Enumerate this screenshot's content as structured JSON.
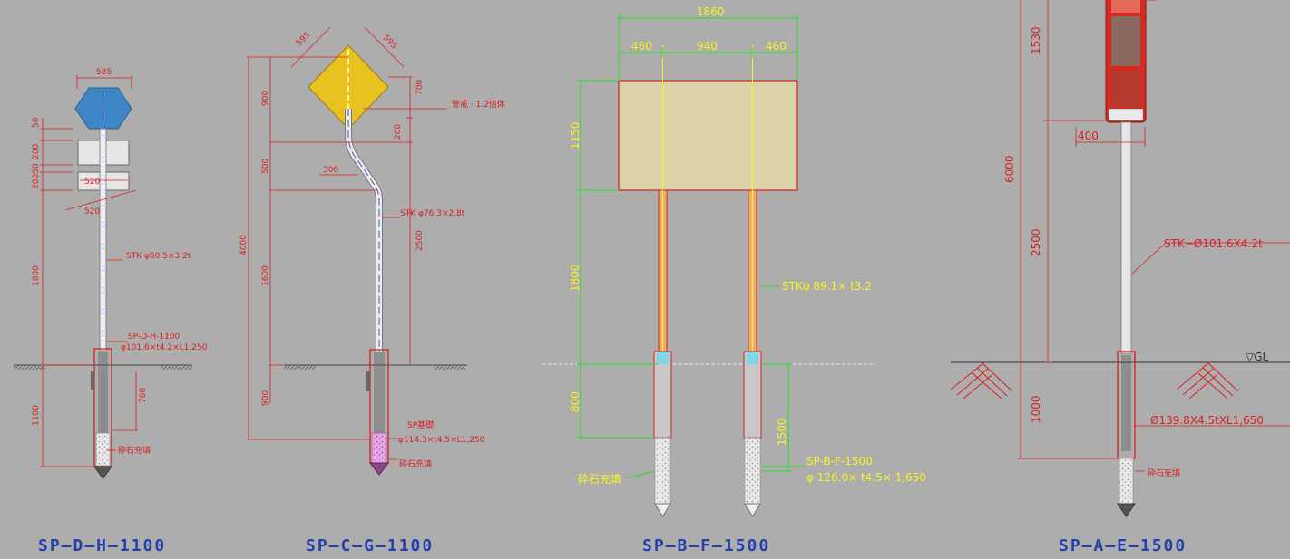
{
  "colors": {
    "background": "#adadad",
    "dimension_red": "#d92020",
    "dimension_green": "#22e022",
    "annotation_yellow": "#f5f522",
    "caption_blue": "#2340a8",
    "sign_blue": "#3f86c6",
    "sign_yellow": "#e8c21f",
    "board_beige": "#dcd3a8",
    "unit_red": "#d42a22"
  },
  "panel_d": {
    "caption": "SP—D—H—1100",
    "dims": {
      "width_top": "585",
      "h1": "50",
      "h2": "200",
      "h3": "20050",
      "h4": "200",
      "plate_w1": "520",
      "plate_w2": "520",
      "pole": "1800",
      "embed": "1100",
      "embed_inner": "700"
    },
    "notes": {
      "pipe": "STK φ60.5×3.2t",
      "sleeve_1": "SP-D-H-1100",
      "sleeve_2": "φ101.6×t4.2×L1,250",
      "gravel": "砕石充填"
    }
  },
  "panel_c": {
    "caption": "SP—C—G—1100",
    "dims": {
      "side_left": "595",
      "side_right": "595",
      "sign_left": "900",
      "sign_right": "700",
      "offset_v": "200",
      "offset_h": "300",
      "mid": "500",
      "total": "4000",
      "pole": "1600",
      "right_lower": "2500",
      "embed": "900"
    },
    "notes": {
      "sign_note": "警戒 · 1.2倍体",
      "pipe": "STK φ76.3×2.8t",
      "base_1": "SP基礎",
      "base_2": "φ114.3×t4.5×L1,250",
      "gravel": "砕石充填"
    }
  },
  "panel_b": {
    "caption": "SP—B—F—1500",
    "dims": {
      "total_w": "1860",
      "left_w": "460",
      "mid_w": "940",
      "right_w": "460",
      "board_h": "1150",
      "pole_h": "1800",
      "embed_h": "800",
      "sleeve_h": "1500"
    },
    "notes": {
      "pipe": "STKφ 89.1× t3.2",
      "sleeve_1": "SP-B-F-1500",
      "sleeve_2": "φ 126.0× t4.5× 1,650",
      "gravel": "砕石充填"
    }
  },
  "panel_a": {
    "caption": "SP—A—E—1500",
    "dims": {
      "top": "1530",
      "total": "6000",
      "width": "400",
      "pole": "2500",
      "embed": "1000"
    },
    "notes": {
      "pipe": "STK−Ø101.6X4.2t",
      "ground": "▽GL",
      "sleeve": "Ø139.8X4.5tXL1,650",
      "gravel": "砕石充填"
    }
  }
}
